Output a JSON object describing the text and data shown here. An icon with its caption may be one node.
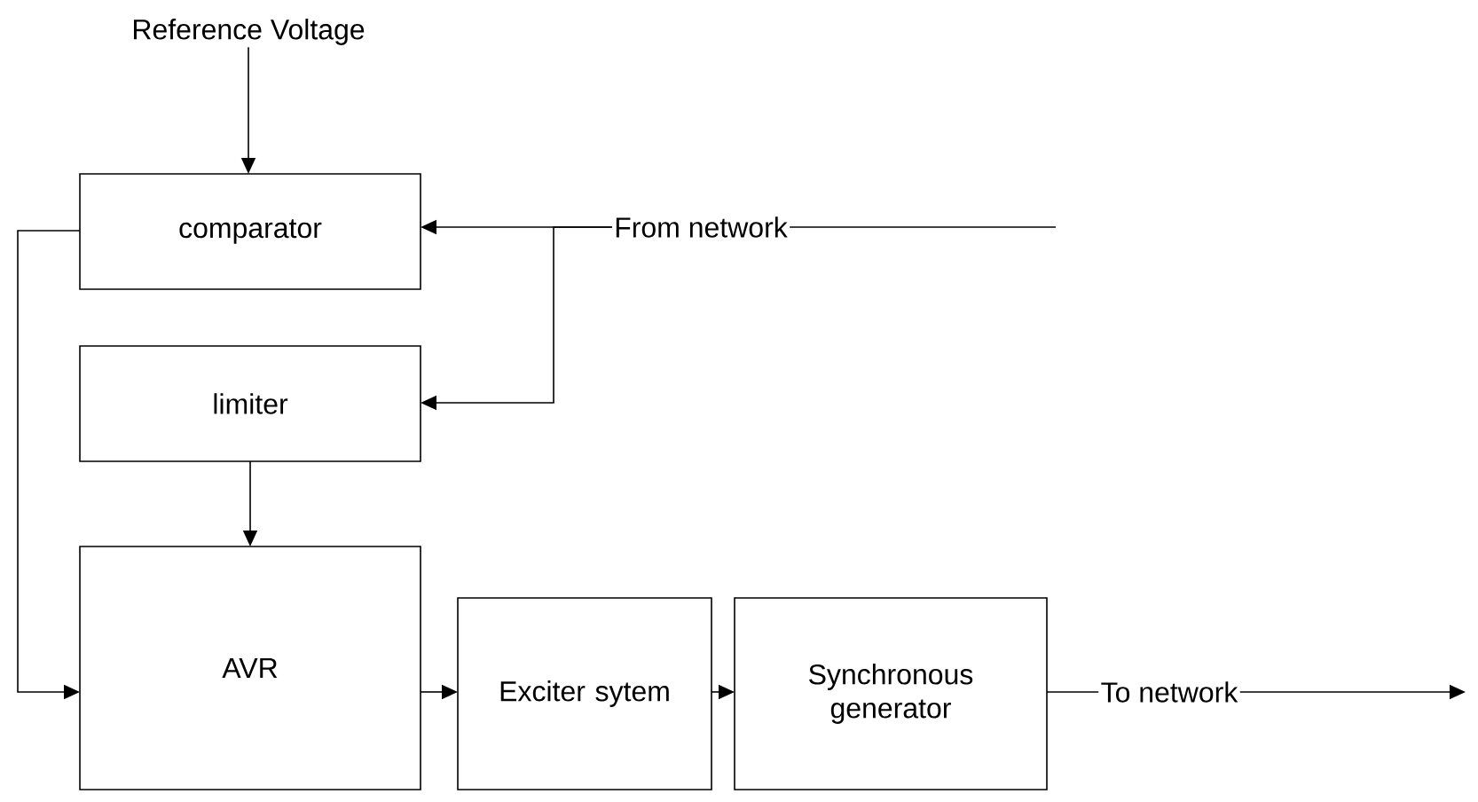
{
  "diagram": {
    "nodes": [
      {
        "text": [
          "comparator"
        ]
      },
      {
        "text": [
          "limiter"
        ]
      },
      {
        "text": [
          "AVR"
        ]
      },
      {
        "text": [
          "Exciter sytem"
        ]
      },
      {
        "text": [
          "Synchronous generator"
        ]
      },
      {
        "text": [
          "Reference Voltage"
        ]
      },
      {
        "text": [
          "From network"
        ]
      },
      {
        "text": [
          "To network"
        ]
      }
    ],
    "edges": [
      {
        "from": 5,
        "to": 0,
        "arrow": "to"
      },
      {
        "from": 6,
        "to": 0,
        "arrow": "to"
      },
      {
        "from": 6,
        "to": 1,
        "arrow": "to"
      },
      {
        "from": 0,
        "to": 2,
        "arrow": "to"
      },
      {
        "from": 1,
        "to": 2,
        "arrow": "to"
      },
      {
        "from": 2,
        "to": 3,
        "arrow": "to"
      },
      {
        "from": 3,
        "to": 4,
        "arrow": "to"
      },
      {
        "from": 4,
        "to": 7,
        "arrow": "none"
      },
      {
        "from": 6,
        "to": null,
        "arrow": "none"
      },
      {
        "from": 7,
        "to": null,
        "arrow": "to"
      }
    ]
  }
}
